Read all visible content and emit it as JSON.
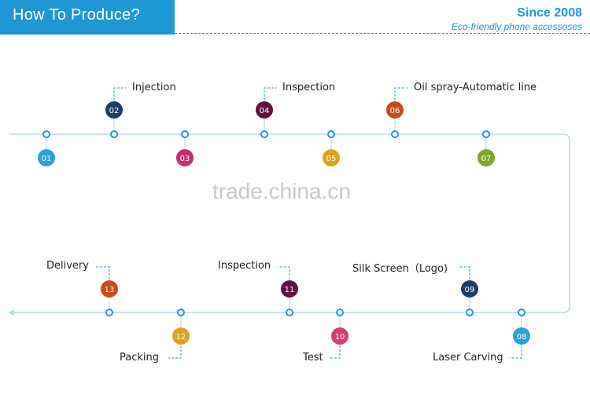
{
  "header": {
    "title": "How To Produce?",
    "since": "Since 2008",
    "tagline": "Eco-friendly phone accessoses"
  },
  "watermark": "trade.china.cn",
  "colors": {
    "accent": "#1f97d4",
    "line": "#bcd9ea",
    "connector": "#1f97d4"
  },
  "steps": [
    {
      "num": "01",
      "label": "",
      "color": "#2ba3d6"
    },
    {
      "num": "02",
      "label": "Injection",
      "color": "#1c3f66"
    },
    {
      "num": "03",
      "label": "",
      "color": "#c2306e"
    },
    {
      "num": "04",
      "label": "Inspection",
      "color": "#5d1540"
    },
    {
      "num": "05",
      "label": "",
      "color": "#d9a520"
    },
    {
      "num": "06",
      "label": "Oil spray-Automatic line",
      "color": "#c94a1a"
    },
    {
      "num": "07",
      "label": "",
      "color": "#7aa82a"
    },
    {
      "num": "08",
      "label": "Laser Carving",
      "color": "#2ba3d6"
    },
    {
      "num": "09",
      "label": "Silk Screen（Logo)",
      "color": "#1c3f66"
    },
    {
      "num": "10",
      "label": "Test",
      "color": "#d83a72"
    },
    {
      "num": "11",
      "label": "Inspection",
      "color": "#5d1540"
    },
    {
      "num": "12",
      "label": "Packing",
      "color": "#d9a520"
    },
    {
      "num": "13",
      "label": "Delivery",
      "color": "#c94a1a"
    }
  ]
}
